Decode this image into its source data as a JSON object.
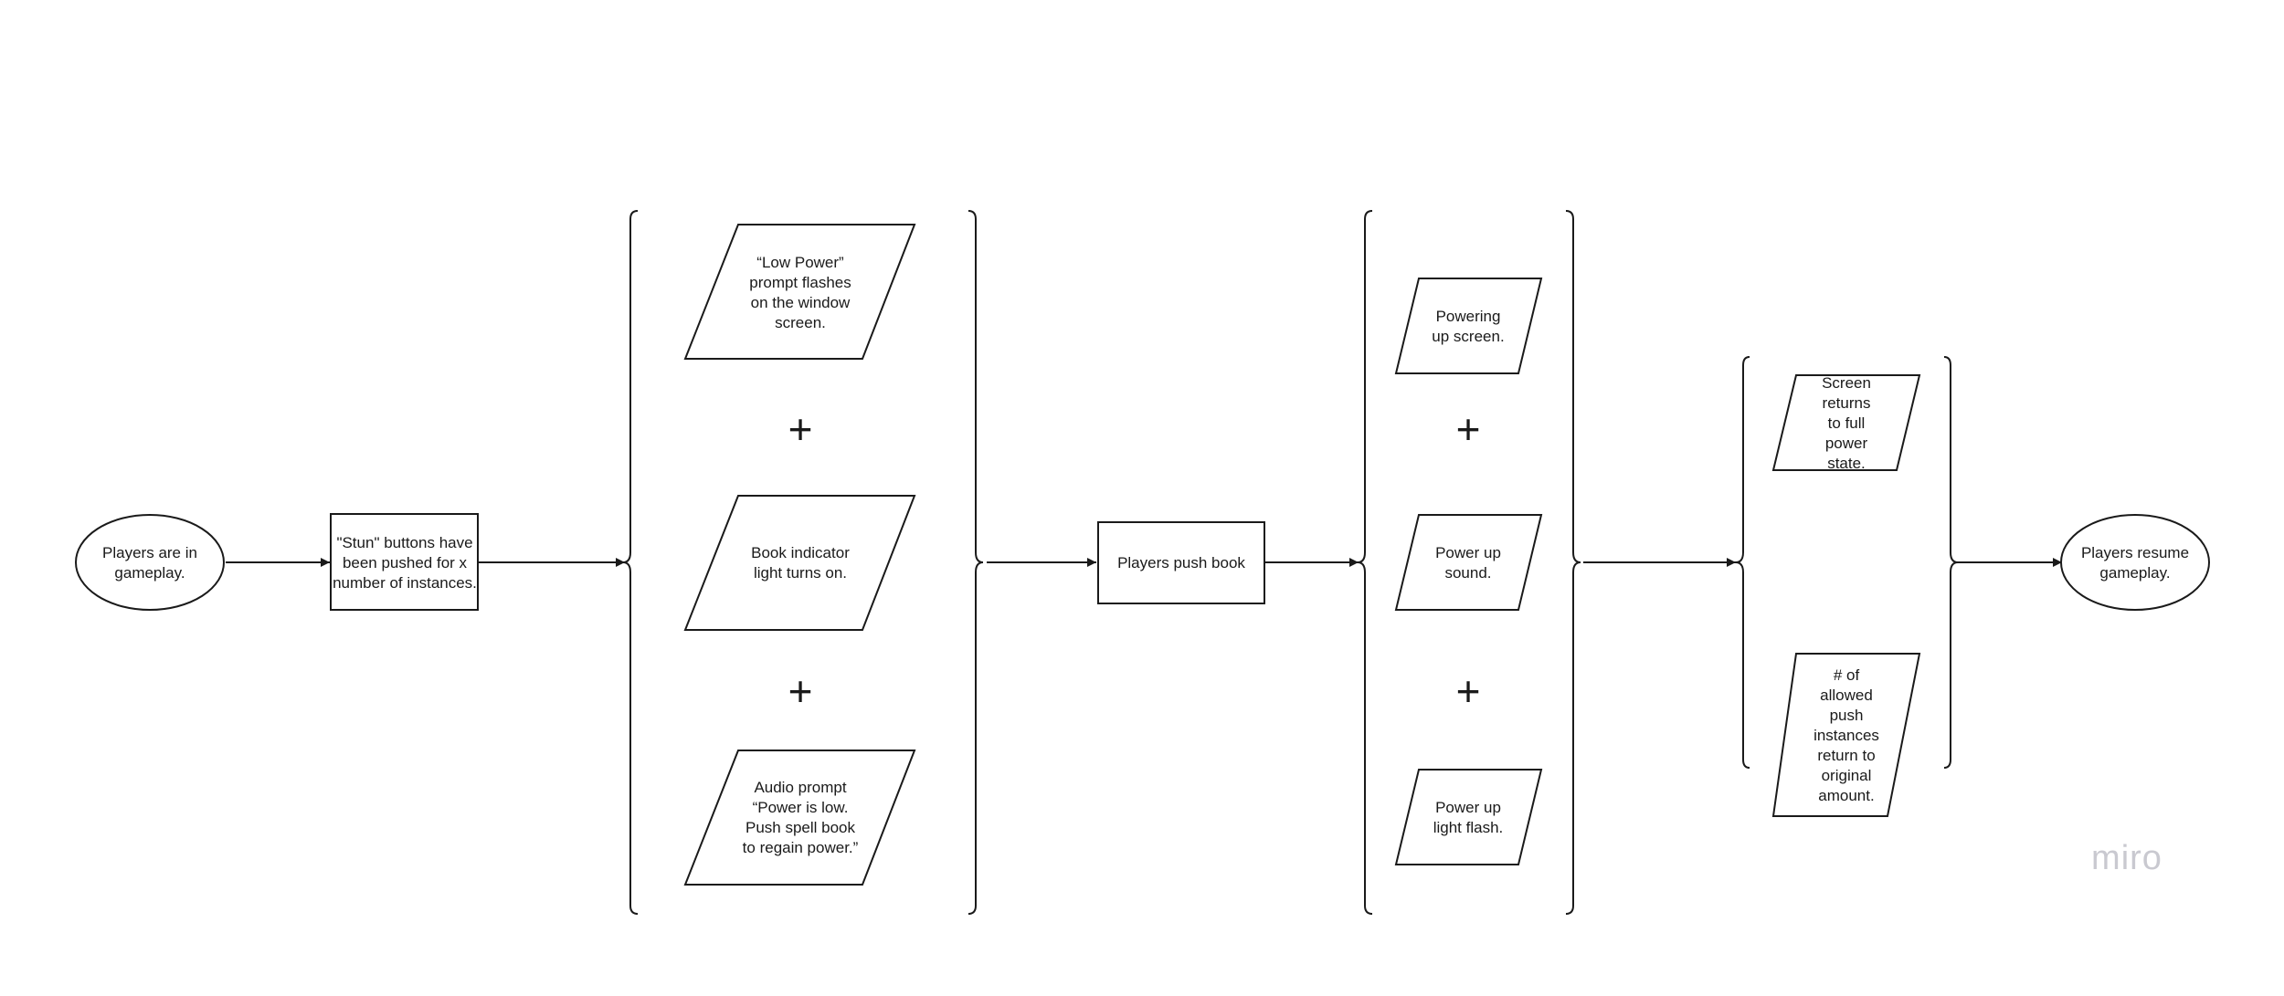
{
  "flow": {
    "start": "Players are in gameplay.",
    "trigger": "\"Stun\" buttons have been pushed for x number of instances.",
    "group1": {
      "item1": "“Low Power” prompt flashes on the window screen.",
      "item2": "Book indicator light turns on.",
      "item3": "Audio prompt “Power is low. Push spell book to regain power.”"
    },
    "action": "Players push book",
    "group2": {
      "item1": "Powering up screen.",
      "item2": "Power up sound.",
      "item3": "Power up light flash."
    },
    "group3": {
      "item1": "Screen returns to full power state.",
      "item2": "# of allowed push instances return to original amount."
    },
    "end": "Players resume gameplay."
  },
  "symbols": {
    "plus": "+"
  },
  "watermark": "miro",
  "colors": {
    "stroke": "#1a1a1a",
    "background": "#ffffff",
    "watermark": "#c9c9d0"
  }
}
